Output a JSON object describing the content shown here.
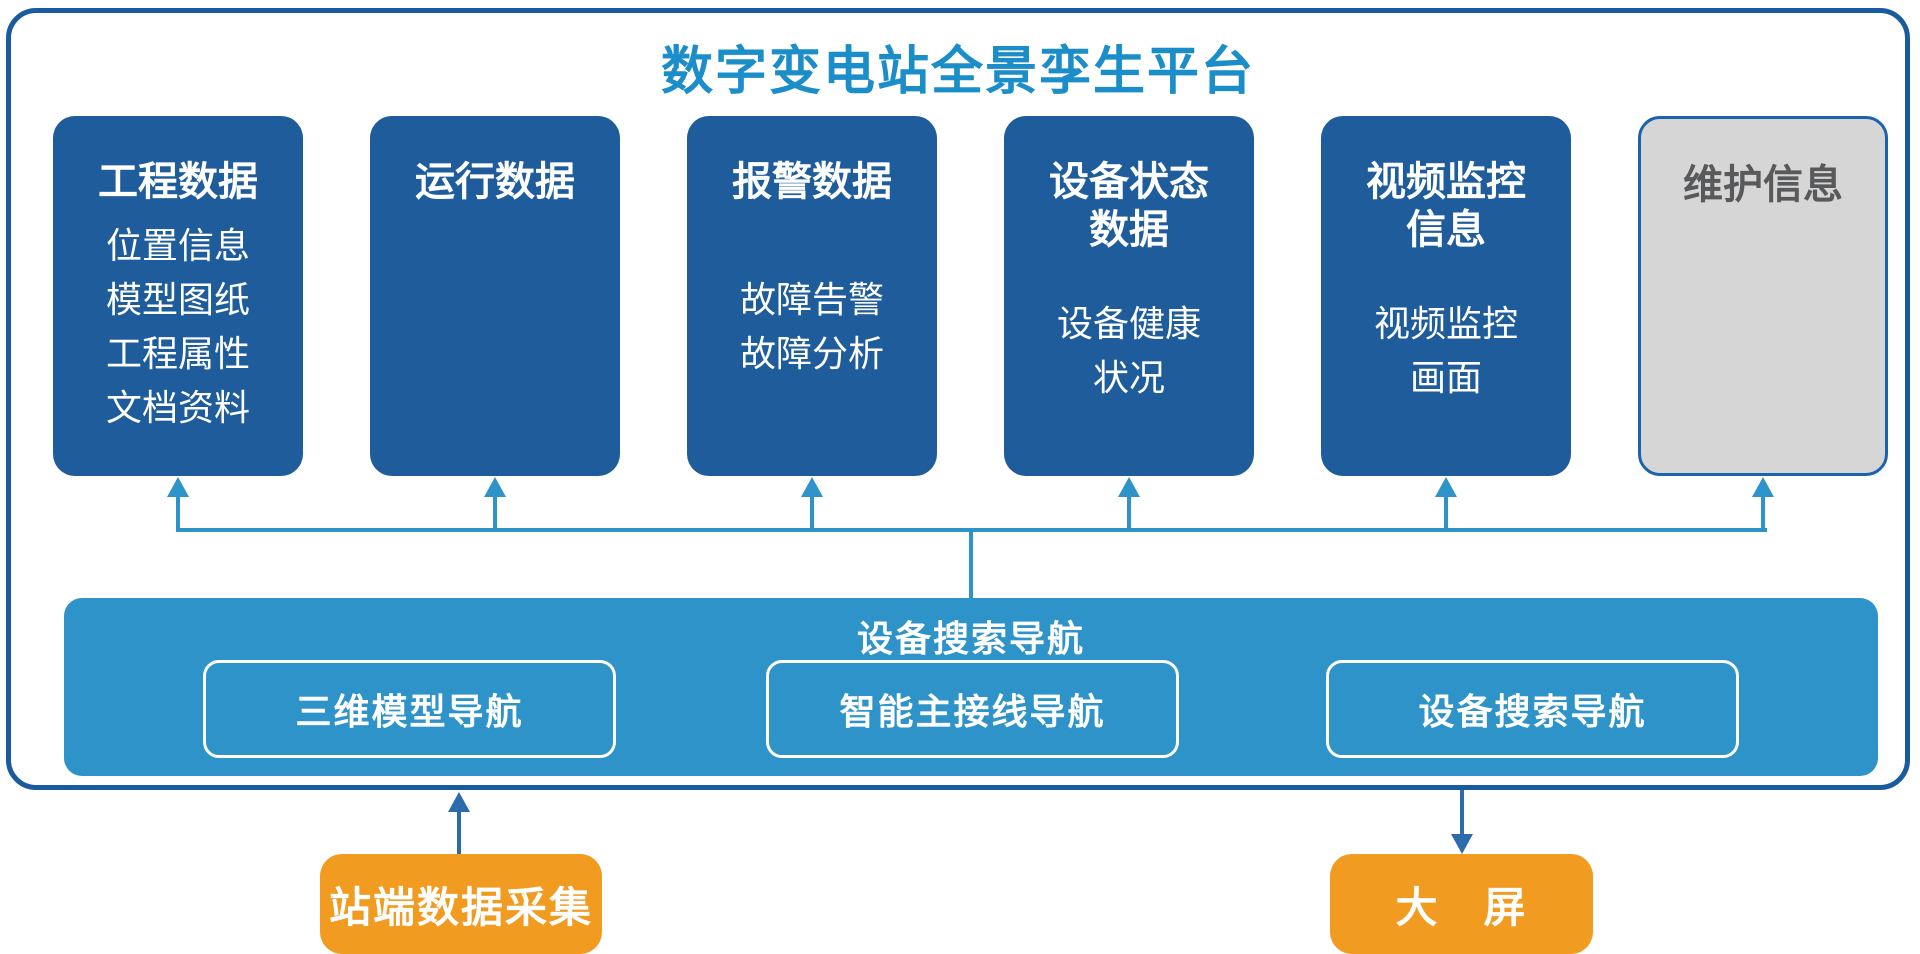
{
  "platform": {
    "title": "数字变电站全景孪生平台"
  },
  "cards": [
    {
      "title": "工程数据",
      "items": [
        "位置信息",
        "模型图纸",
        "工程属性",
        "文档资料"
      ],
      "style": "blue"
    },
    {
      "title": "运行数据",
      "items": [],
      "style": "blue"
    },
    {
      "title": "报警数据",
      "items": [
        "故障告警",
        "故障分析"
      ],
      "style": "blue"
    },
    {
      "title": "设备状态数据",
      "items": [
        "设备健康",
        "状况"
      ],
      "style": "blue"
    },
    {
      "title": "视频监控信息",
      "items": [
        "视频监控",
        "画面"
      ],
      "style": "blue"
    },
    {
      "title": "维护信息",
      "items": [],
      "style": "gray"
    }
  ],
  "nav_panel": {
    "title": "设备搜索导航",
    "buttons": [
      "三维模型导航",
      "智能主接线导航",
      "设备搜索导航"
    ]
  },
  "external_nodes": {
    "source": "站端数据采集",
    "screen": "大　屏"
  },
  "colors": {
    "outer_border": "#1a5a9f",
    "card_blue": "#1f5c9b",
    "panel_blue": "#2e93c8",
    "title_blue": "#1b8ec9",
    "gray_card_fill": "#d6d6d6",
    "gray_card_text": "#58595b",
    "gray_card_border": "#1c63ad",
    "orange": "#f19b20",
    "dark_arrow": "#2b6cad"
  }
}
